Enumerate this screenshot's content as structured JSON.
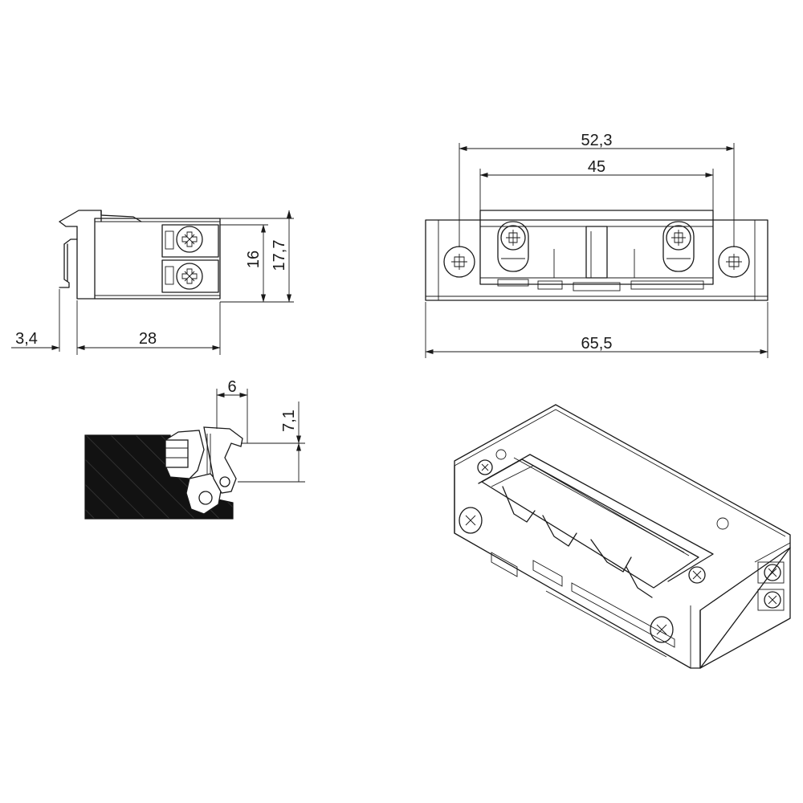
{
  "dimensions": {
    "side_length": "28",
    "side_offset": "3,4",
    "side_height_inner": "16",
    "side_height_outer": "17,7",
    "front_top_outer": "52,3",
    "front_top_inner": "45",
    "front_total_width": "65,5",
    "section_width": "6",
    "section_height": "7,1"
  },
  "icons": [
    "screw-icon",
    "terminal-screw-icon",
    "arrowhead-icon"
  ]
}
